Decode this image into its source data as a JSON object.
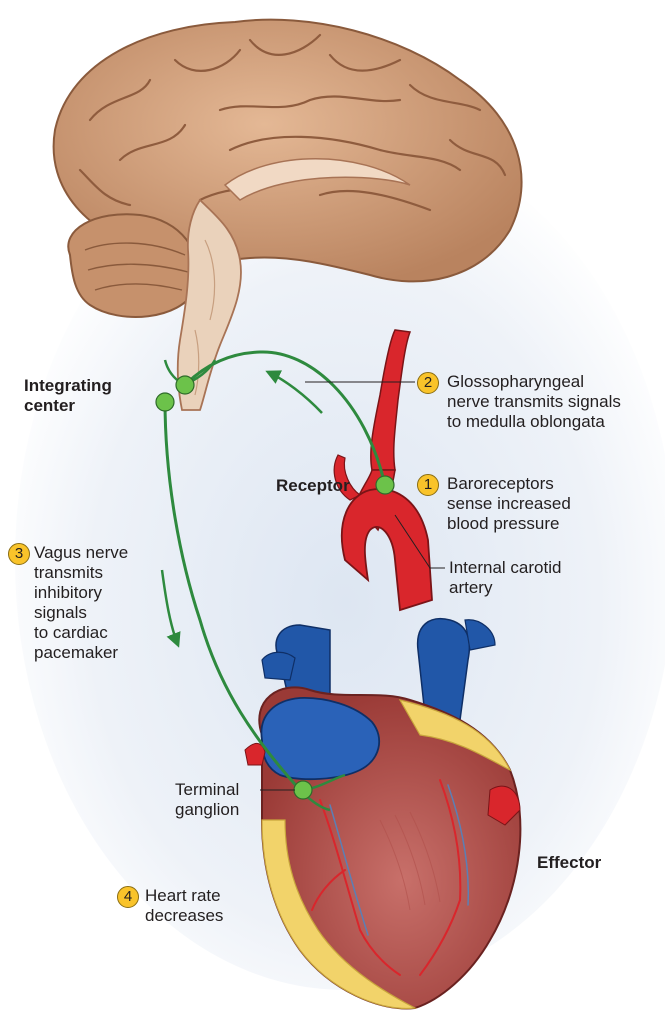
{
  "labels": {
    "integrating_center": [
      "Integrating",
      "center"
    ],
    "receptor": "Receptor",
    "effector": "Effector",
    "internal_carotid": [
      "Internal carotid",
      "artery"
    ],
    "terminal_ganglion": [
      "Terminal",
      "ganglion"
    ]
  },
  "steps": [
    {
      "number": "1",
      "lines": [
        "Baroreceptors",
        "sense increased",
        "blood pressure"
      ]
    },
    {
      "number": "2",
      "lines": [
        "Glossopharyngeal",
        "nerve transmits signals",
        "to medulla oblongata"
      ]
    },
    {
      "number": "3",
      "lines": [
        "Vagus nerve",
        "transmits",
        "inhibitory",
        "signals",
        "to cardiac",
        "pacemaker"
      ]
    },
    {
      "number": "4",
      "lines": [
        "Heart rate",
        "decreases"
      ]
    }
  ],
  "colors": {
    "nerve": "#2e8a3e",
    "ganglion": "#6cc24a",
    "artery": "#d9262c",
    "vein": "#2157a8",
    "brain": "#d4a27e",
    "badge": "#f9c32a",
    "background_glow": "#dde6f2"
  }
}
